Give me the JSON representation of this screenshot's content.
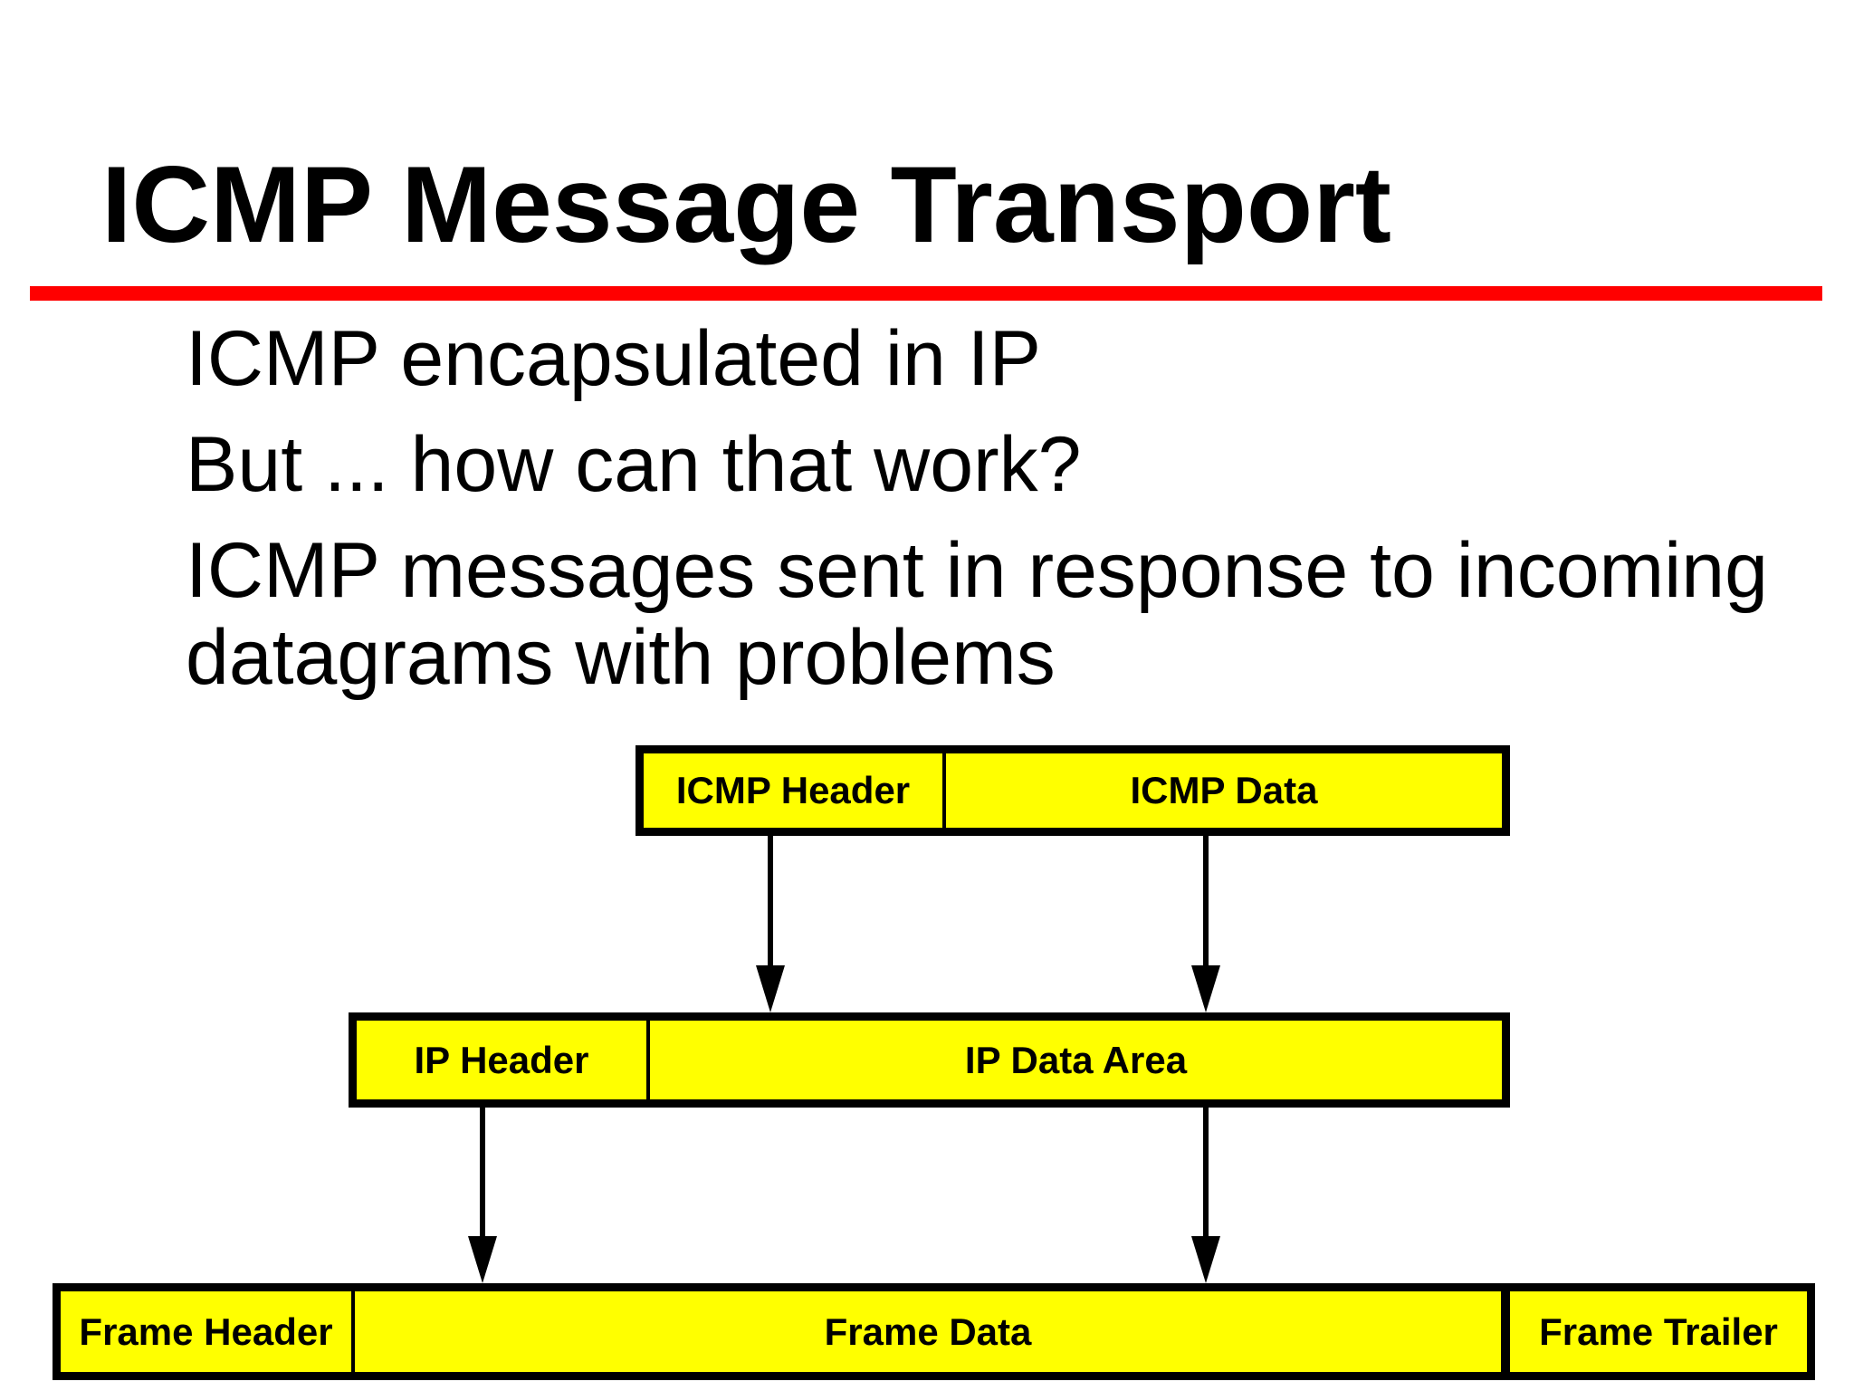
{
  "slide": {
    "title": "ICMP Message Transport",
    "colors": {
      "accent_red": "#FF0000",
      "diagram_yellow": "#FFFF00",
      "text_black": "#000000",
      "background_white": "#FFFFFF"
    },
    "body": {
      "paragraphs": [
        {
          "lines": [
            "ICMP encapsulated in IP"
          ]
        },
        {
          "lines": [
            "But ... how can that work?"
          ]
        },
        {
          "lines": [
            "ICMP messages sent in response to incoming",
            "datagrams with problems"
          ]
        }
      ]
    },
    "diagram": {
      "rows": [
        {
          "name": "icmp-message",
          "cells": [
            "ICMP Header",
            "ICMP Data"
          ]
        },
        {
          "name": "ip-datagram",
          "cells": [
            "IP Header",
            "IP Data Area"
          ]
        },
        {
          "name": "frame",
          "cells": [
            "Frame Header",
            "Frame Data",
            "Frame Trailer"
          ]
        }
      ],
      "arrow_glyph": "down-arrow"
    }
  }
}
